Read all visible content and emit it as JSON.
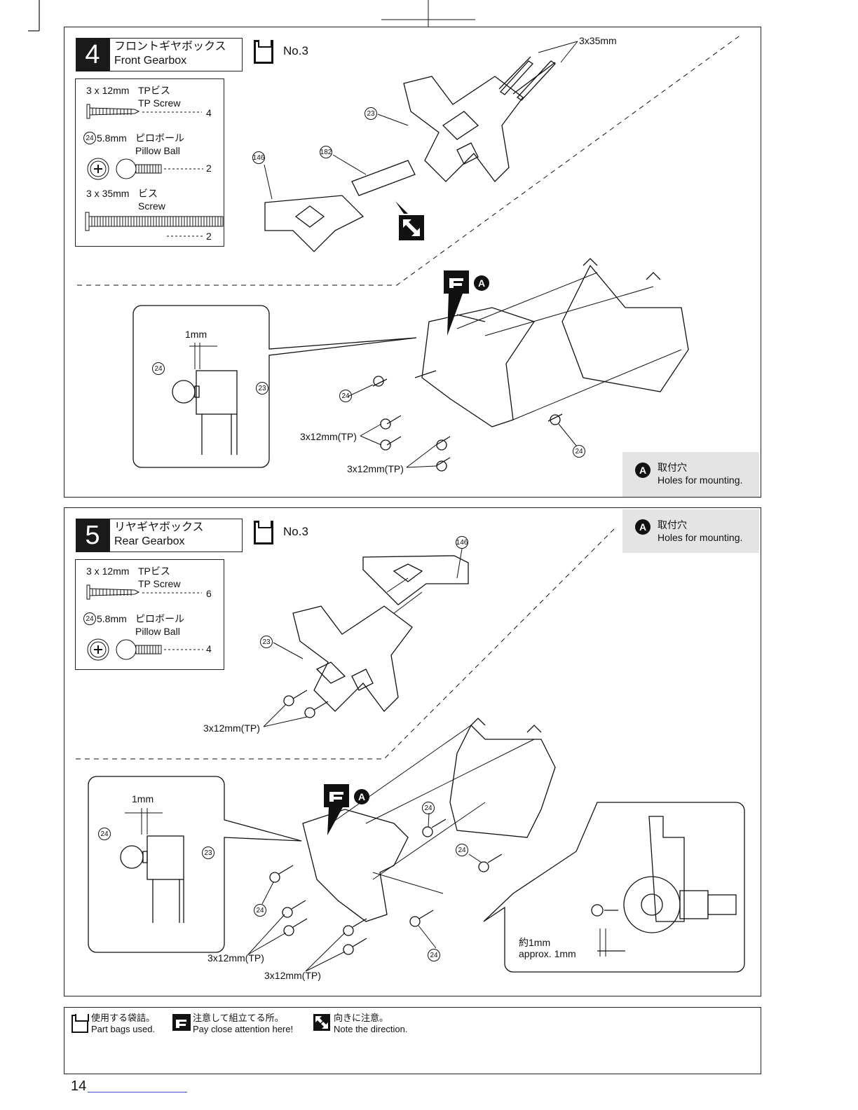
{
  "step4": {
    "number": "4",
    "title_jp": "フロントギヤボックス",
    "title_en": "Front Gearbox",
    "bag": "No.3",
    "parts": [
      {
        "size": "3 x 12mm",
        "jp": "TPビス",
        "en": "TP Screw",
        "qty": "4"
      },
      {
        "num": "24",
        "size": "5.8mm",
        "jp": "ピロボール",
        "en": "Pillow Ball",
        "qty": "2"
      },
      {
        "size": "3 x 35mm",
        "jp": "ビス",
        "en": "Screw",
        "qty": "2"
      }
    ],
    "callouts": {
      "screw35": "3x35mm",
      "tp1": "3x12mm(TP)",
      "tp2": "3x12mm(TP)",
      "n23": "23",
      "n182": "182",
      "n146": "146",
      "n24a": "24",
      "n24b": "24"
    },
    "detail": {
      "gap": "1mm",
      "n24": "24",
      "n23": "23"
    },
    "note": {
      "badge": "A",
      "jp": "取付穴",
      "en": "Holes for mounting."
    }
  },
  "step5": {
    "number": "5",
    "title_jp": "リヤギヤボックス",
    "title_en": "Rear Gearbox",
    "bag": "No.3",
    "parts": [
      {
        "size": "3 x 12mm",
        "jp": "TPビス",
        "en": "TP Screw",
        "qty": "6"
      },
      {
        "num": "24",
        "size": "5.8mm",
        "jp": "ピロボール",
        "en": "Pillow Ball",
        "qty": "4"
      }
    ],
    "callouts": {
      "tp_top": "3x12mm(TP)",
      "tp1": "3x12mm(TP)",
      "tp2": "3x12mm(TP)",
      "n146": "146",
      "n23": "23",
      "n24a": "24",
      "n24b": "24",
      "n24c": "24",
      "n24d": "24"
    },
    "detail": {
      "gap": "1mm",
      "n24": "24",
      "n23": "23"
    },
    "detail2": {
      "jp": "約1mm",
      "en": "approx. 1mm"
    },
    "note": {
      "badge": "A",
      "jp": "取付穴",
      "en": "Holes for mounting."
    }
  },
  "legend": [
    {
      "jp": "使用する袋詰。",
      "en": "Part bags used."
    },
    {
      "jp": "注意して組立てる所。",
      "en": "Pay close attention here!"
    },
    {
      "jp": "向きに注意。",
      "en": "Note the direction."
    }
  ],
  "page_number": "14",
  "icons": [
    "part-bag-icon",
    "pointing-hand-icon",
    "direction-arrows-icon",
    "phillips-head-icon"
  ]
}
